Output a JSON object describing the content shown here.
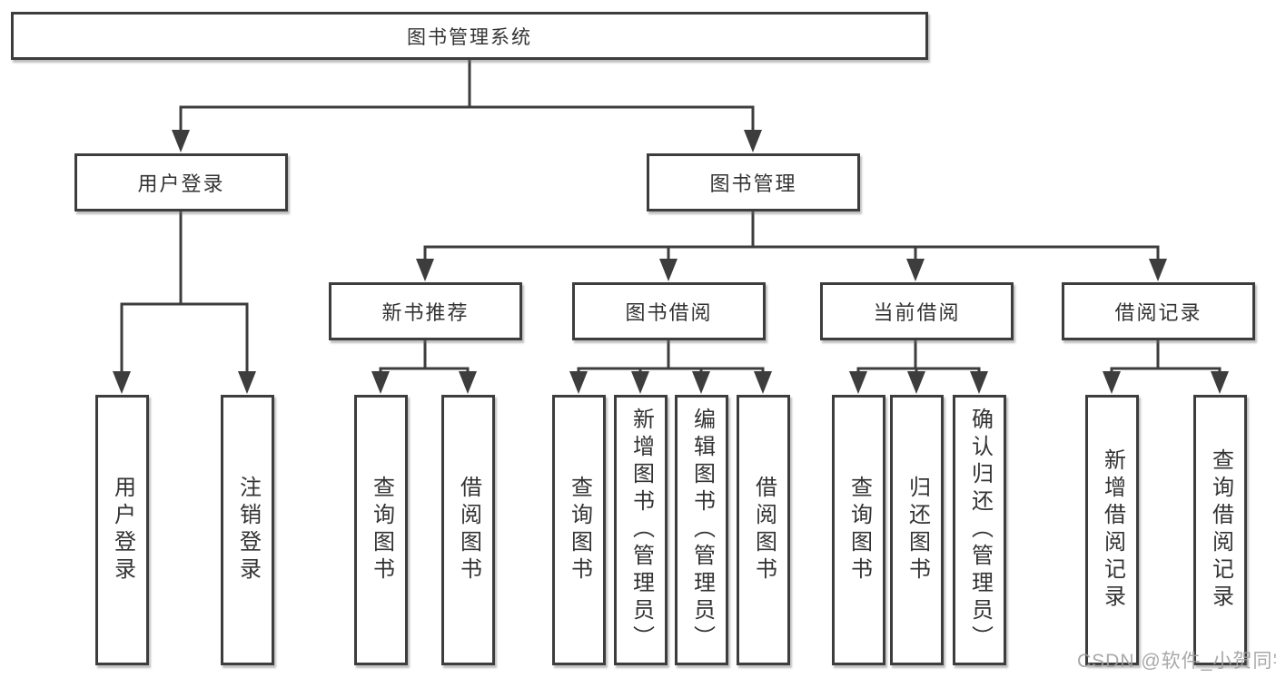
{
  "diagram_type": "tree",
  "tree": {
    "label": "图书管理系统",
    "children": [
      {
        "label": "用户登录",
        "children": [
          {
            "label": "用户登录"
          },
          {
            "label": "注销登录"
          }
        ]
      },
      {
        "label": "图书管理",
        "children": [
          {
            "label": "新书推荐",
            "children": [
              {
                "label": "查询图书"
              },
              {
                "label": "借阅图书"
              }
            ]
          },
          {
            "label": "图书借阅",
            "children": [
              {
                "label": "查询图书"
              },
              {
                "label": "新增图书（管理员）"
              },
              {
                "label": "编辑图书（管理员）"
              },
              {
                "label": "借阅图书"
              }
            ]
          },
          {
            "label": "当前借阅",
            "children": [
              {
                "label": "查询图书"
              },
              {
                "label": "归还图书"
              },
              {
                "label": "确认归还（管理员）"
              }
            ]
          },
          {
            "label": "借阅记录",
            "children": [
              {
                "label": "新增借阅记录"
              },
              {
                "label": "查询借阅记录"
              }
            ]
          }
        ]
      }
    ]
  },
  "watermark": {
    "text": "CSDN @软件_小贺同学"
  },
  "colors": {
    "line": "#3d3d3d",
    "box_border": "#3d3d3d",
    "box_background": "#ffffff",
    "text": "#333333",
    "watermark": "#9e9e9e",
    "page_background": "#ffffff"
  }
}
